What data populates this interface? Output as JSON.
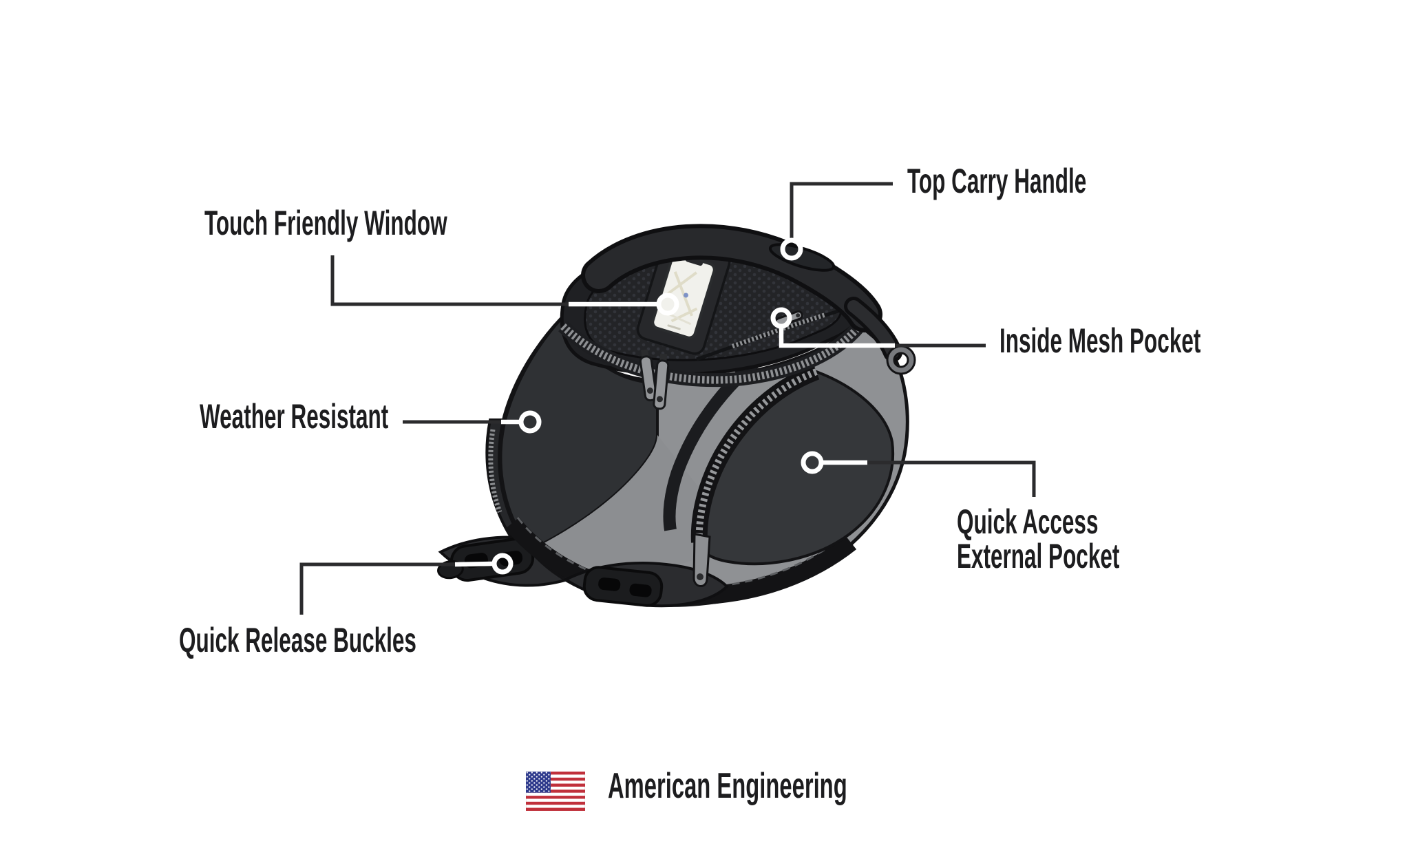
{
  "page": {
    "type": "product-feature-diagram",
    "subject": "motorcycle tank bag line illustration",
    "background": "#ffffff"
  },
  "callouts": {
    "top_carry_handle": {
      "label": "Top Carry Handle"
    },
    "touch_friendly_window": {
      "label": "Touch Friendly Window"
    },
    "inside_mesh_pocket": {
      "label": "Inside Mesh Pocket"
    },
    "weather_resistant": {
      "label": "Weather Resistant"
    },
    "quick_access_external_pocket": {
      "lines": [
        "Quick Access",
        "External Pocket"
      ]
    },
    "quick_release_buckles": {
      "label": "Quick Release Buckles"
    }
  },
  "footer": {
    "text": "American Engineering",
    "flag_icon": "us-flag-icon"
  },
  "colors": {
    "label_text": "#1d1d1f",
    "leader_line_dark": "#2b2b2d",
    "leader_line_light": "#ffffff",
    "marker_ring": "#ffffff",
    "bag_lid_black": "#1f2023",
    "bag_face_dark": "#2f3134",
    "bag_body_gray": "#8f9194",
    "bag_pocket_dark": "#35373a",
    "zipper_teeth_gray": "#8e9093",
    "phone_screen": "#f1f1ec",
    "flag_red": "#c0303b",
    "flag_blue": "#2e3a8c",
    "flag_white": "#ffffff"
  }
}
